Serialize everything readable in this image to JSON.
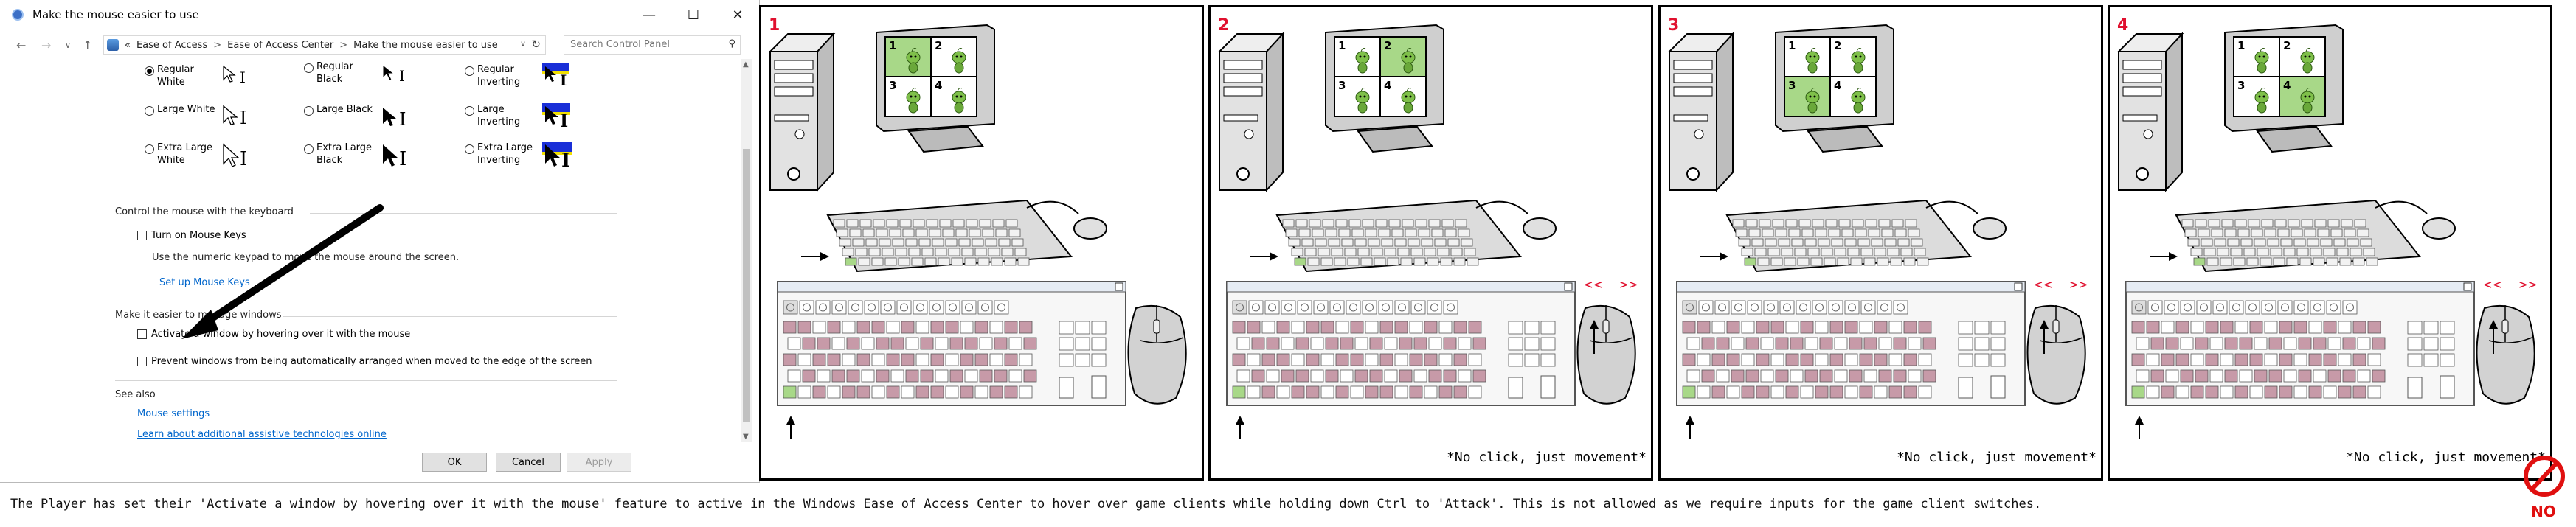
{
  "window": {
    "title": "Make the mouse easier to use",
    "address": {
      "prefix": "«",
      "crumbs": [
        "Ease of Access",
        "Ease of Access Center",
        "Make the mouse easier to use"
      ],
      "separator": ">"
    },
    "search_placeholder": "Search Control Panel",
    "pointer_options": [
      {
        "label": "Regular White",
        "selected": true
      },
      {
        "label": "Regular Black",
        "selected": false
      },
      {
        "label": "Regular Inverting",
        "selected": false
      },
      {
        "label": "Large White",
        "selected": false
      },
      {
        "label": "Large Black",
        "selected": false
      },
      {
        "label": "Large Inverting",
        "selected": false
      },
      {
        "label": "Extra Large White",
        "selected": false
      },
      {
        "label": "Extra Large Black",
        "selected": false
      },
      {
        "label": "Extra Large Inverting",
        "selected": false
      }
    ],
    "keyboard_section": {
      "heading": "Control the mouse with the keyboard",
      "checkbox": "Turn on Mouse Keys",
      "description": "Use the numeric keypad to move the mouse around the screen.",
      "link": "Set up Mouse Keys"
    },
    "windows_section": {
      "heading": "Make it easier to manage windows",
      "checkbox1": "Activate a window by hovering over it with the mouse",
      "checkbox2": "Prevent windows from being automatically arranged when moved to the edge of the screen"
    },
    "see_also": {
      "heading": "See also",
      "link1": "Mouse settings",
      "link2": "Learn about additional assistive technologies online"
    },
    "buttons": {
      "ok": "OK",
      "cancel": "Cancel",
      "apply": "Apply"
    }
  },
  "panels": [
    {
      "number": "1",
      "highlight_cell": 1,
      "caption": "",
      "show_nav": false
    },
    {
      "number": "2",
      "highlight_cell": 2,
      "caption": "*No click, just movement*",
      "show_nav": true
    },
    {
      "number": "3",
      "highlight_cell": 3,
      "caption": "*No click, just movement*",
      "show_nav": true
    },
    {
      "number": "4",
      "highlight_cell": 4,
      "caption": "*No click, just movement*",
      "show_nav": true
    }
  ],
  "monitor_grid_labels": [
    "1",
    "2",
    "3",
    "4"
  ],
  "nav_arrows": {
    "left": "<<",
    "right": ">>"
  },
  "description": "The Player has set their 'Activate a window by hovering over it with the mouse' feature to active in the Windows Ease of Access Center to hover over game clients while holding down Ctrl to 'Attack'. This is not allowed as we require inputs for the game client switches.",
  "no_sign_label": "NO",
  "colors": {
    "panel_number": "#e0102e",
    "highlight": "#a8d888",
    "key_pink": "#c79aa8",
    "link": "#0066cc",
    "no_red": "#e01010"
  }
}
